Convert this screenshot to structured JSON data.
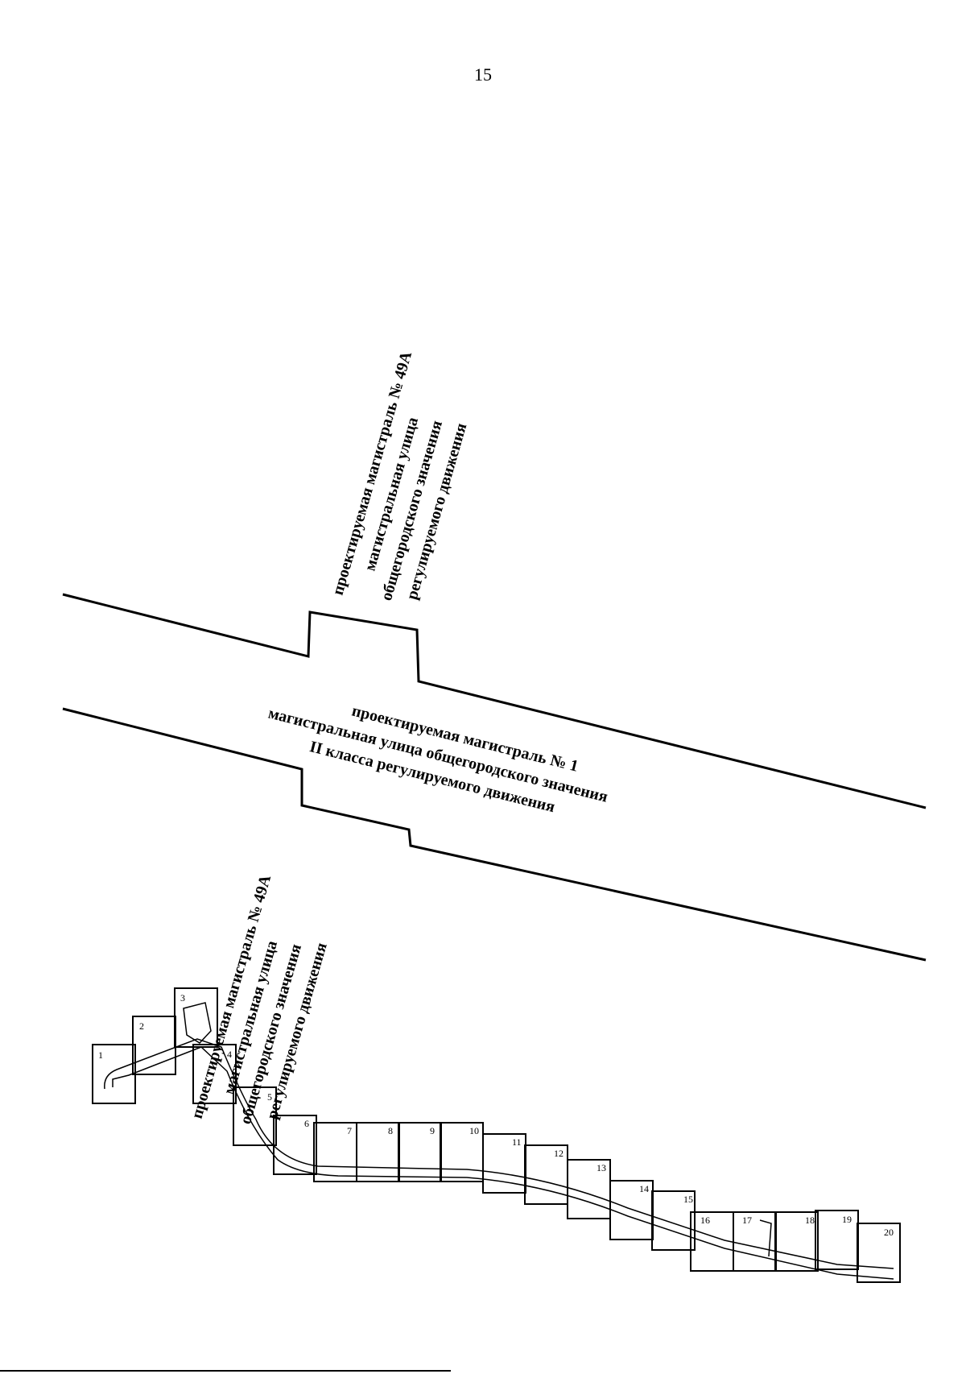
{
  "page": {
    "number": "15"
  },
  "labels": {
    "road_49a_top": [
      "проектируемая магистраль № 49А",
      "магистральная улица",
      "общегородского значения",
      "регулируемого движения"
    ],
    "road_1": [
      "проектируемая магистраль № 1",
      "магистральная улица общегородского значения",
      "II класса регулируемого движения"
    ],
    "road_49a_bottom": [
      "проектируемая магистраль № 49А",
      "магистральная улица",
      "общегородского значения",
      "регулируемого движения"
    ]
  },
  "sheets": [
    "1",
    "2",
    "3",
    "4",
    "5",
    "6",
    "7",
    "8",
    "9",
    "10",
    "11",
    "12",
    "13",
    "14",
    "15",
    "16",
    "17",
    "18",
    "19",
    "20"
  ],
  "highlighted_sheet": "15"
}
